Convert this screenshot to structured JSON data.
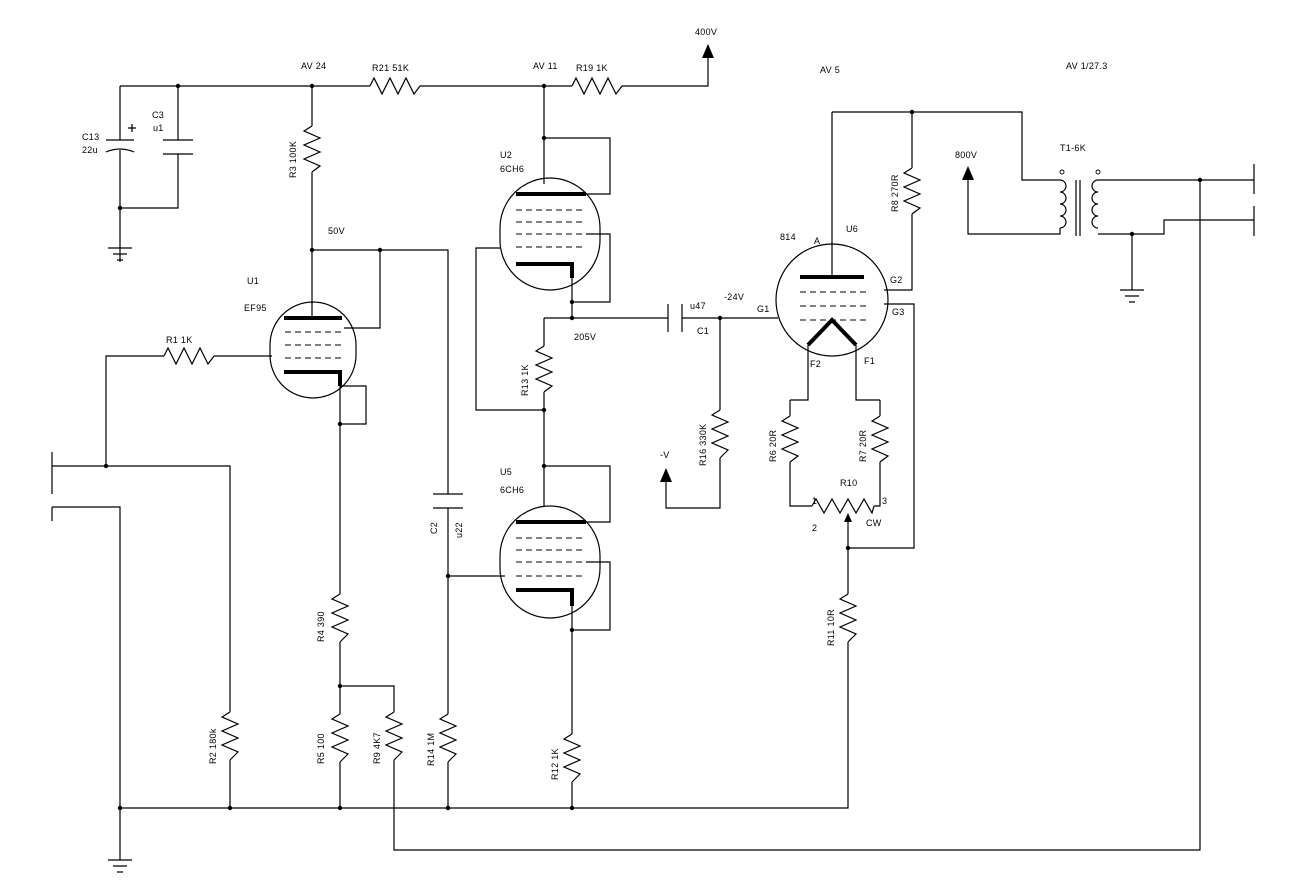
{
  "nodes": {
    "av24": "AV  24",
    "av11": "AV  11",
    "av5": "AV  5",
    "av_out": "AV  1/27.3",
    "v400": "400V",
    "v800": "800V",
    "v50": "50V",
    "v205": "205V",
    "v24neg": "-24V",
    "vneg": "-V"
  },
  "components": {
    "r21": "R21  51K",
    "r19": "R19   1K",
    "r3": "R3 100K",
    "c13": "C13",
    "c13v": "22u",
    "c3": "C3",
    "c3v": "u1",
    "u1": "U1",
    "u1t": "EF95",
    "r1": "R1   1K",
    "u2": "U2",
    "u2t": "6CH6",
    "r13": "R13  1K",
    "c1v": "u47",
    "c1": "C1",
    "r16": "R16 330K",
    "u5": "U5",
    "u5t": "6CH6",
    "c2": "C2",
    "c2v": "u22",
    "u6": "U6",
    "u6t": "814",
    "pin_a": "A",
    "pin_g1": "G1",
    "pin_g2": "G2",
    "pin_g3": "G3",
    "pin_f1": "F1",
    "pin_f2": "F2",
    "r8": "R8 270R",
    "t1": "T1-6K",
    "r6": "R6  20R",
    "r7": "R7  20R",
    "r10": "R10",
    "r10p1": "1",
    "r10p2": "2",
    "r10p3": "3",
    "r10cw": "CW",
    "r11": "R11  10R",
    "r4": "R4  390",
    "r2": "R2 180k",
    "r5": "R5  100",
    "r9": "R9  4K7",
    "r14": "R14   1M",
    "r12": "R12  1K"
  }
}
